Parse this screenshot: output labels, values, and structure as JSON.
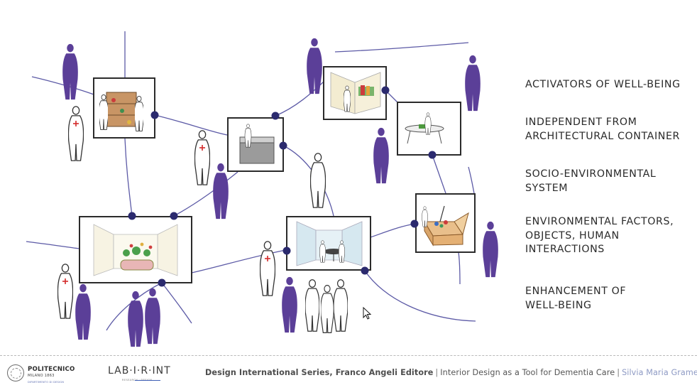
{
  "labels": [
    "ACTIVATORS OF WELL-BEING",
    "INDEPENDENT FROM\nARCHITECTURAL CONTAINER",
    "SOCIO-ENVIRONMENTAL\nSYSTEM",
    "ENVIRONMENTAL FACTORS,\nOBJECTS, HUMAN\nINTERACTIONS",
    "ENHANCEMENT OF\nWELL-BEING"
  ],
  "footer": {
    "logo_polimi": {
      "name": "POLITECNICO",
      "city": "MILANO 1863",
      "department": "DIPARTIMENTO DI DESIGN"
    },
    "logo_labirint": {
      "name": "LAB·I·R·INT",
      "subtitle": "RESEARCH · DESIGN"
    },
    "credits": {
      "series": "Design International Series, Franco Angeli Editore",
      "separator": "|",
      "title": "Interior Design as a Tool for Dementia Care",
      "author": "Silvia Maria Gramegna"
    }
  },
  "colors": {
    "figure_purple": "#5b3f98",
    "node_navy": "#2b2a6e",
    "line_purple": "#5c5aa6",
    "frame": "#2b2b2b",
    "cross_red": "#d42a2a"
  },
  "icons": {
    "cursor": "mouse-pointer-icon"
  }
}
